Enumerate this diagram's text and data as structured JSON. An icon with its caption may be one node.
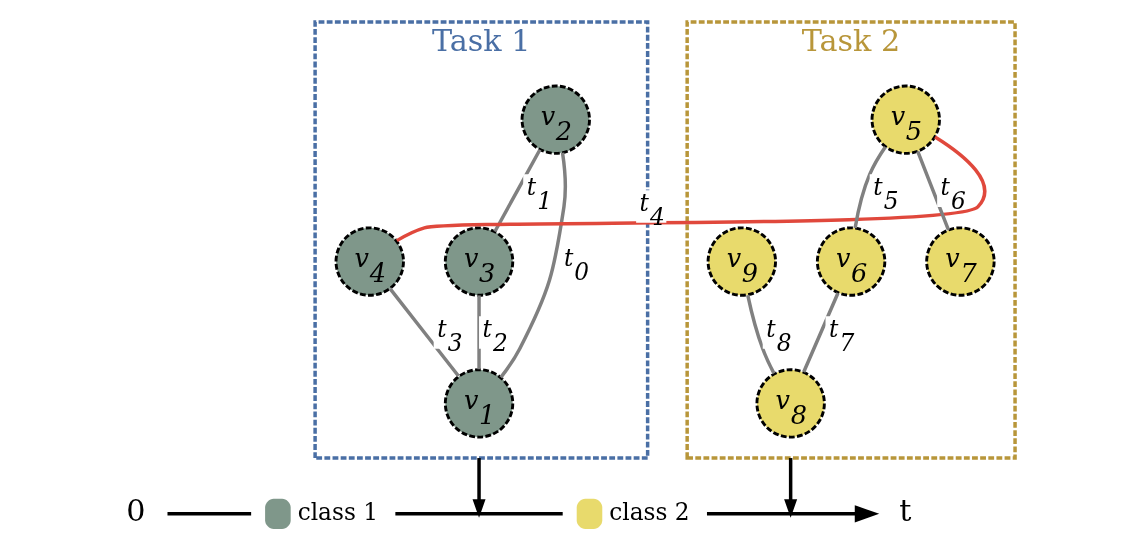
{
  "diagram": {
    "nodes": [
      {
        "text": [
          "Task 1"
        ]
      },
      {
        "text": [
          "v$_{2}$"
        ],
        "in": 0
      },
      {
        "text": [
          "v$_{4}$"
        ],
        "in": 0
      },
      {
        "text": [
          "v$_{3}$"
        ],
        "in": 0
      },
      {
        "text": [
          "v$_{1}$"
        ],
        "in": 0
      },
      {
        "text": [
          "Task 2"
        ]
      },
      {
        "text": [
          "v$_{5}$"
        ],
        "in": 5
      },
      {
        "text": [
          "v$_{6}$"
        ],
        "in": 5
      },
      {
        "text": [
          "v$_{9}$"
        ],
        "in": 5
      },
      {
        "text": [
          "v$_{7}$"
        ],
        "in": 5
      },
      {
        "text": [
          "v$_{8}$"
        ],
        "in": 5
      }
    ],
    "edges": [
      {
        "from": 1,
        "to": 4,
        "arrow": "none",
        "label": "t$_{0}$"
      },
      {
        "from": 1,
        "to": 3,
        "arrow": "none",
        "label": "t$_{1}$"
      },
      {
        "from": 3,
        "to": 4,
        "arrow": "none",
        "label": "t$_{2}$"
      },
      {
        "from": 2,
        "to": 4,
        "arrow": "none",
        "label": "t$_{3}$"
      },
      {
        "from": 2,
        "to": 6,
        "arrow": "none",
        "label": "t$_{4}$",
        "color": "#e0483c"
      },
      {
        "from": 6,
        "to": 7,
        "arrow": "none",
        "label": "t$_{5}$"
      },
      {
        "from": 6,
        "to": 9,
        "arrow": "none",
        "label": "t$_{6}$"
      },
      {
        "from": 7,
        "to": 10,
        "arrow": "none",
        "label": "t$_{7}$"
      },
      {
        "from": 8,
        "to": 10,
        "arrow": "none",
        "label": "t$_{8}$"
      },
      {
        "from": 0,
        "to": null,
        "arrow": "to",
        "color": "#000000"
      },
      {
        "from": 5,
        "to": null,
        "arrow": "to",
        "color": "#000000"
      }
    ],
    "labels": [
      "0",
      "t"
    ],
    "legend": [
      {
        "text": "class 1",
        "color": "#7f978a"
      },
      {
        "text": "class 2",
        "color": "#e8da6c"
      }
    ]
  }
}
